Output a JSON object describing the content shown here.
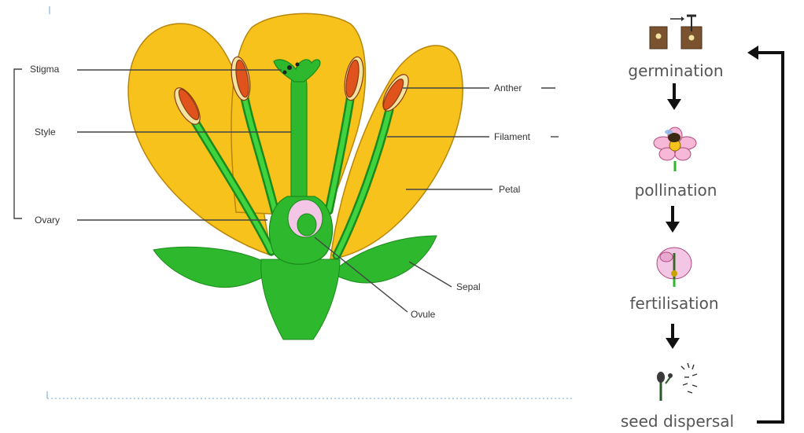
{
  "flower_diagram": {
    "labels": {
      "stigma": "Stigma",
      "style": "Style",
      "ovary": "Ovary",
      "anther": "Anther",
      "filament": "Filament",
      "petal": "Petal",
      "sepal": "Sepal",
      "ovule": "Ovule"
    }
  },
  "life_cycle": {
    "stages": [
      {
        "label": "germination",
        "icon": "seedling-pots-icon"
      },
      {
        "label": "pollination",
        "icon": "bee-on-flower-icon"
      },
      {
        "label": "fertilisation",
        "icon": "pollen-tube-flower-icon"
      },
      {
        "label": "seed dispersal",
        "icon": "dandelion-seeds-icon"
      }
    ]
  },
  "colors": {
    "petal": "#F7C21B",
    "petal_outline": "#B8860B",
    "green": "#2DB82D",
    "dark_green": "#1C8A1C",
    "anther": "#E0531C",
    "ovule": "#F3C6E6",
    "arrow": "#111111",
    "dotted_line": "#9FC1E6"
  }
}
